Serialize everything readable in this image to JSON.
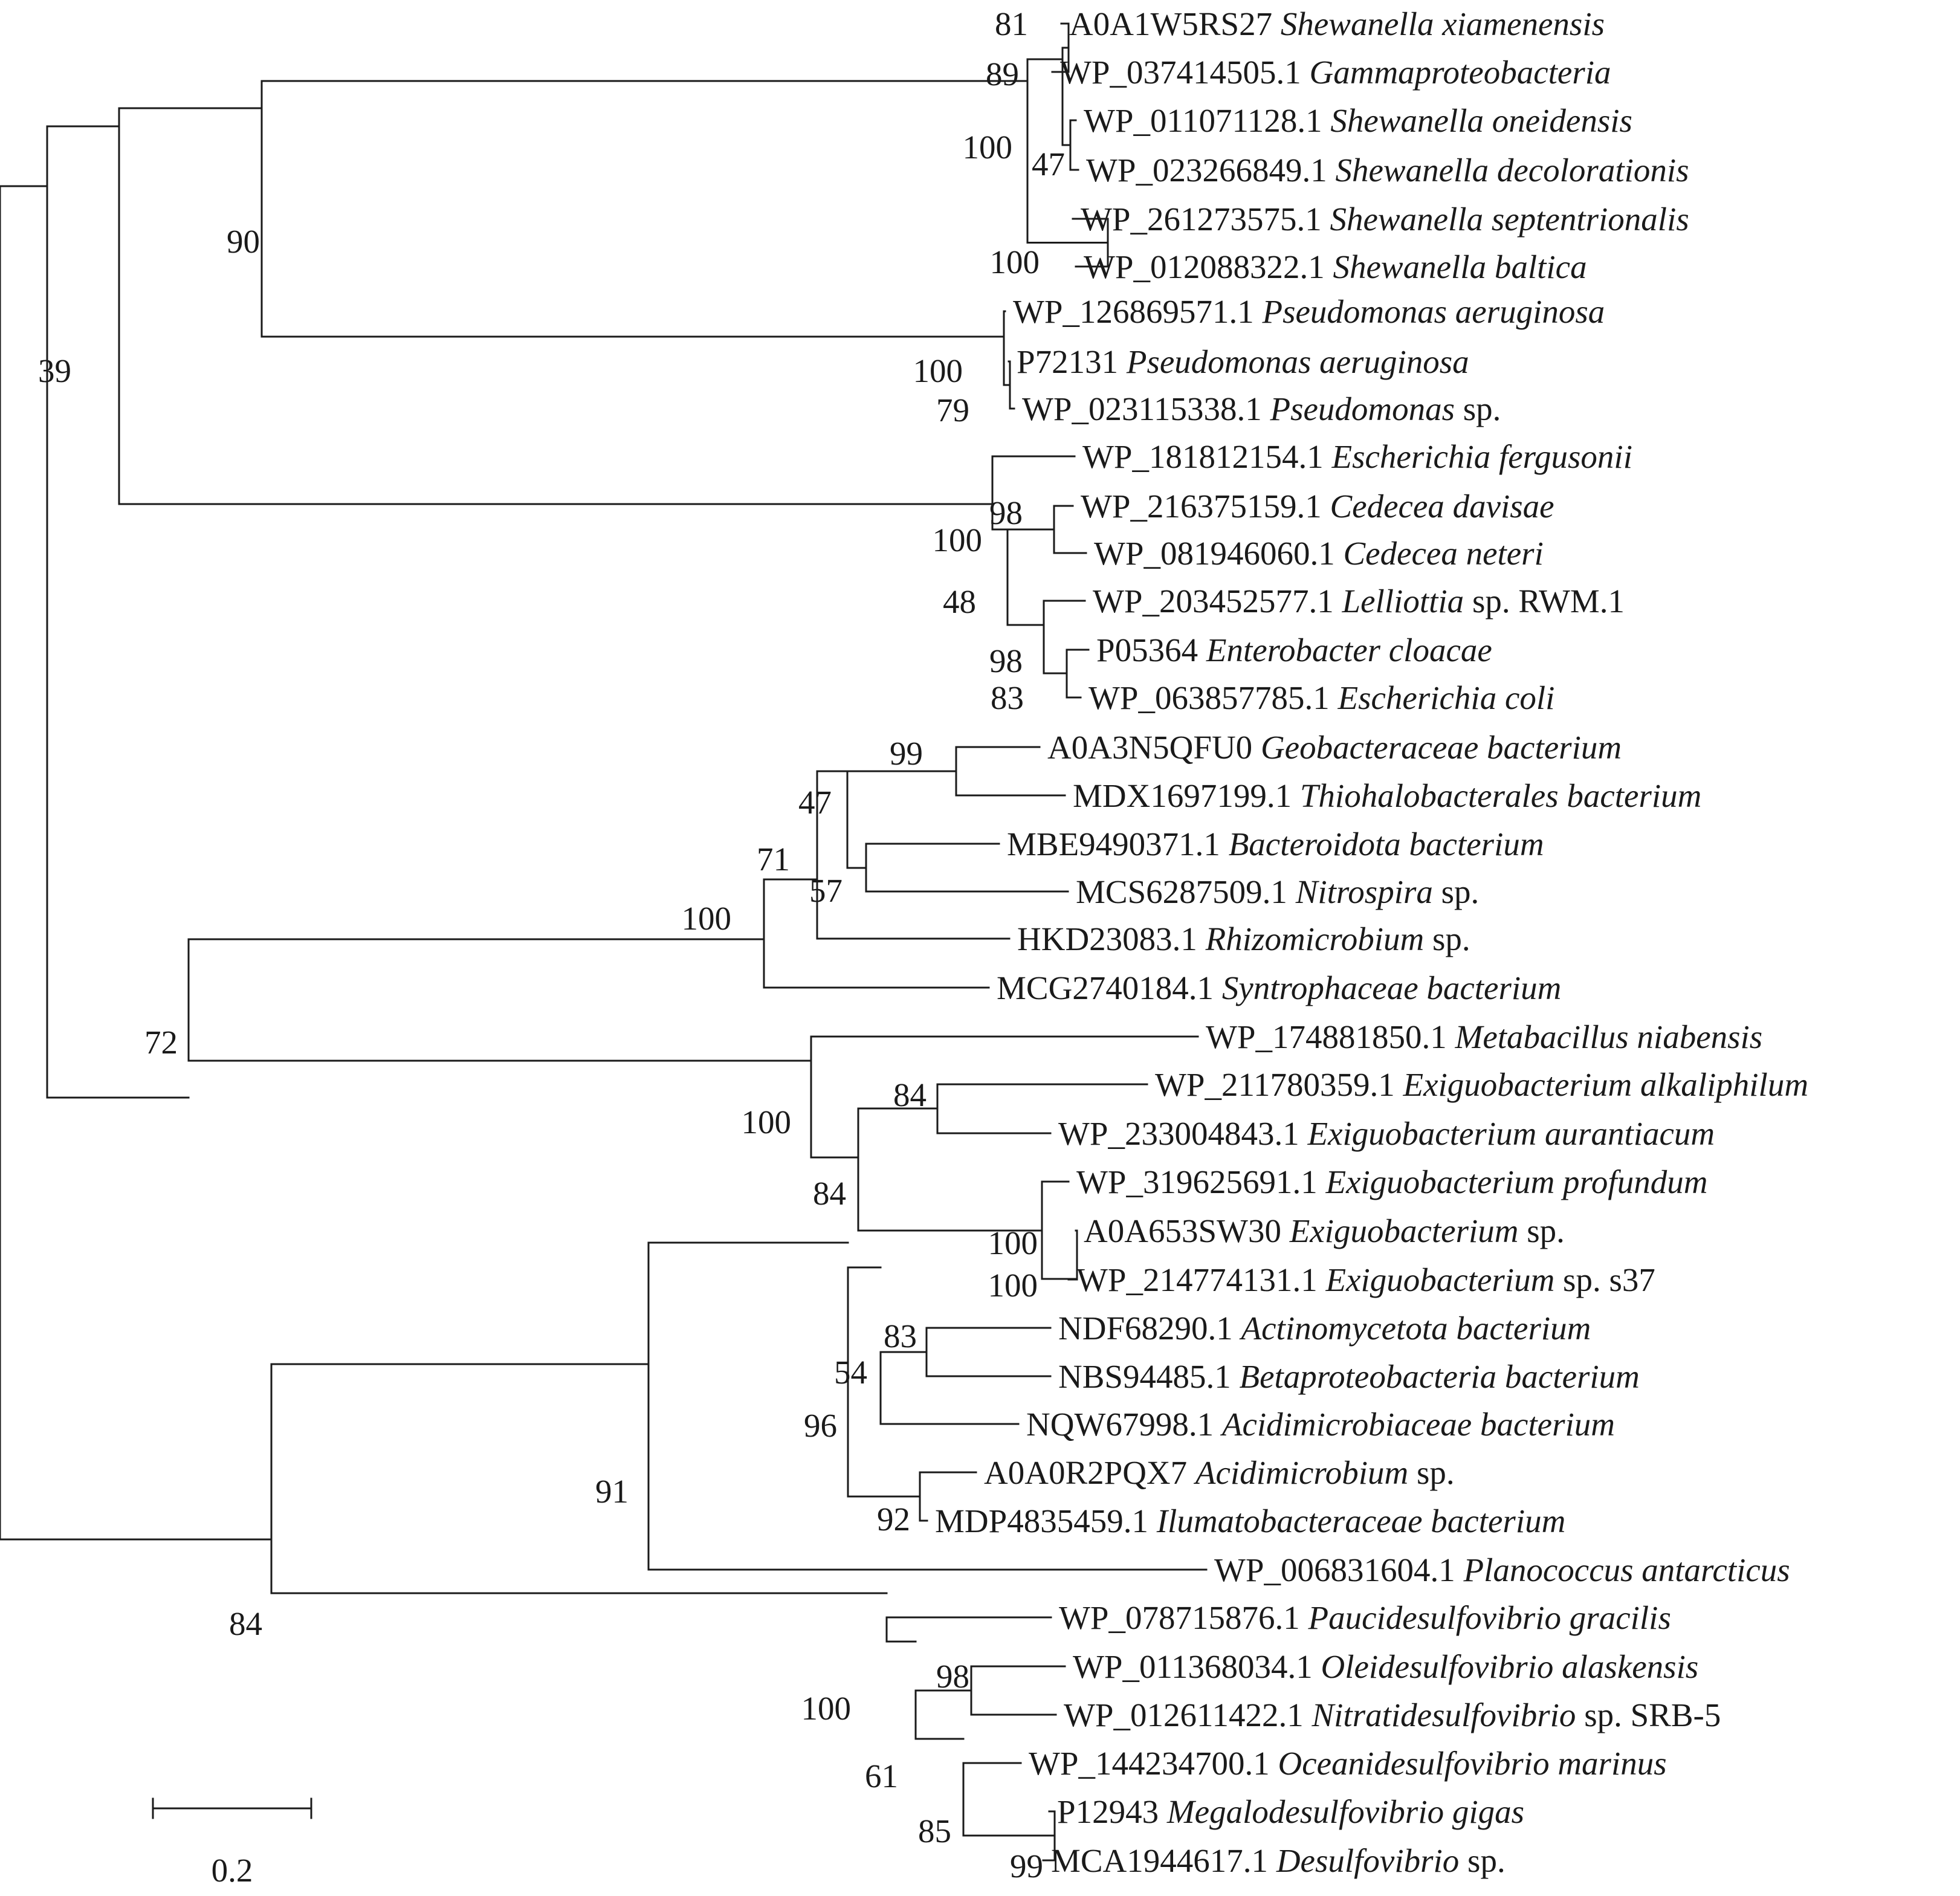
{
  "leaves": [
    {
      "acc": "A0A1W5RS27",
      "sp": "Shewanella xiamenensis",
      "extra": ""
    },
    {
      "acc": "WP_037414505.1",
      "sp": "Gammaproteobacteria",
      "extra": ""
    },
    {
      "acc": "WP_011071128.1",
      "sp": "Shewanella oneidensis",
      "extra": ""
    },
    {
      "acc": "WP_023266849.1",
      "sp": "Shewanella decolorationis",
      "extra": ""
    },
    {
      "acc": "WP_261273575.1",
      "sp": "Shewanella septentrionalis",
      "extra": ""
    },
    {
      "acc": "WP_012088322.1",
      "sp": "Shewanella baltica",
      "extra": ""
    },
    {
      "acc": "WP_126869571.1",
      "sp": "Pseudomonas aeruginosa",
      "extra": ""
    },
    {
      "acc": "P72131",
      "sp": "Pseudomonas aeruginosa",
      "extra": ""
    },
    {
      "acc": "WP_023115338.1",
      "sp": "Pseudomonas",
      "extra": " sp."
    },
    {
      "acc": "WP_181812154.1",
      "sp": "Escherichia fergusonii",
      "extra": ""
    },
    {
      "acc": "WP_216375159.1",
      "sp": "Cedecea davisae",
      "extra": ""
    },
    {
      "acc": "WP_081946060.1",
      "sp": "Cedecea neteri",
      "extra": ""
    },
    {
      "acc": "WP_203452577.1",
      "sp": "Lelliottia",
      "extra": " sp. RWM.1"
    },
    {
      "acc": "P05364",
      "sp": "Enterobacter cloacae",
      "extra": ""
    },
    {
      "acc": "WP_063857785.1",
      "sp": "Escherichia coli",
      "extra": ""
    },
    {
      "acc": "A0A3N5QFU0",
      "sp": "Geobacteraceae bacterium",
      "extra": ""
    },
    {
      "acc": "MDX1697199.1",
      "sp": "Thiohalobacterales bacterium",
      "extra": ""
    },
    {
      "acc": "MBE9490371.1",
      "sp": "Bacteroidota bacterium",
      "extra": ""
    },
    {
      "acc": "MCS6287509.1",
      "sp": "Nitrospira",
      "extra": " sp."
    },
    {
      "acc": "HKD23083.1",
      "sp": "Rhizomicrobium",
      "extra": " sp."
    },
    {
      "acc": "MCG2740184.1",
      "sp": "Syntrophaceae bacterium",
      "extra": ""
    },
    {
      "acc": "WP_174881850.1",
      "sp": "Metabacillus niabensis",
      "extra": ""
    },
    {
      "acc": "WP_211780359.1",
      "sp": "Exiguobacterium alkaliphilum",
      "extra": ""
    },
    {
      "acc": "WP_233004843.1",
      "sp": "Exiguobacterium aurantiacum",
      "extra": ""
    },
    {
      "acc": "WP_319625691.1",
      "sp": "Exiguobacterium profundum",
      "extra": ""
    },
    {
      "acc": "A0A653SW30",
      "sp": "Exiguobacterium",
      "extra": " sp."
    },
    {
      "acc": "WP_214774131.1",
      "sp": "Exiguobacterium",
      "extra": " sp. s37"
    },
    {
      "acc": "NDF68290.1",
      "sp": "Actinomycetota bacterium",
      "extra": ""
    },
    {
      "acc": "NBS94485.1",
      "sp": "Betaproteobacteria bacterium",
      "extra": ""
    },
    {
      "acc": "NQW67998.1",
      "sp": "Acidimicrobiaceae bacterium",
      "extra": ""
    },
    {
      "acc": "A0A0R2PQX7",
      "sp": "Acidimicrobium",
      "extra": " sp."
    },
    {
      "acc": "MDP4835459.1",
      "sp": "Ilumatobacteraceae bacterium",
      "extra": ""
    },
    {
      "acc": "WP_006831604.1",
      "sp": "Planococcus antarcticus",
      "extra": ""
    },
    {
      "acc": "WP_078715876.1",
      "sp": "Paucidesulfovibrio gracilis",
      "extra": ""
    },
    {
      "acc": "WP_011368034.1",
      "sp": "Oleidesulfovibrio alaskensis",
      "extra": ""
    },
    {
      "acc": "WP_012611422.1",
      "sp": "Nitratidesulfovibrio",
      "extra": " sp. SRB-5"
    },
    {
      "acc": "WP_144234700.1",
      "sp": "Oceanidesulfovibrio marinus",
      "extra": ""
    },
    {
      "acc": "P12943",
      "sp": "Megalodesulfovibrio gigas",
      "extra": ""
    },
    {
      "acc": "MCA1944617.1",
      "sp": "Desulfovibrio",
      "extra": " sp."
    }
  ],
  "bootstraps": [
    "81",
    "89",
    "47",
    "100",
    "100",
    "90",
    "100",
    "79",
    "39",
    "100",
    "98",
    "48",
    "98",
    "83",
    "99",
    "47",
    "71",
    "57",
    "100",
    "72",
    "100",
    "84",
    "84",
    "100",
    "100",
    "83",
    "54",
    "96",
    "92",
    "91",
    "84",
    "100",
    "98",
    "61",
    "85",
    "99"
  ],
  "scale_bar": {
    "label": "0.2"
  }
}
